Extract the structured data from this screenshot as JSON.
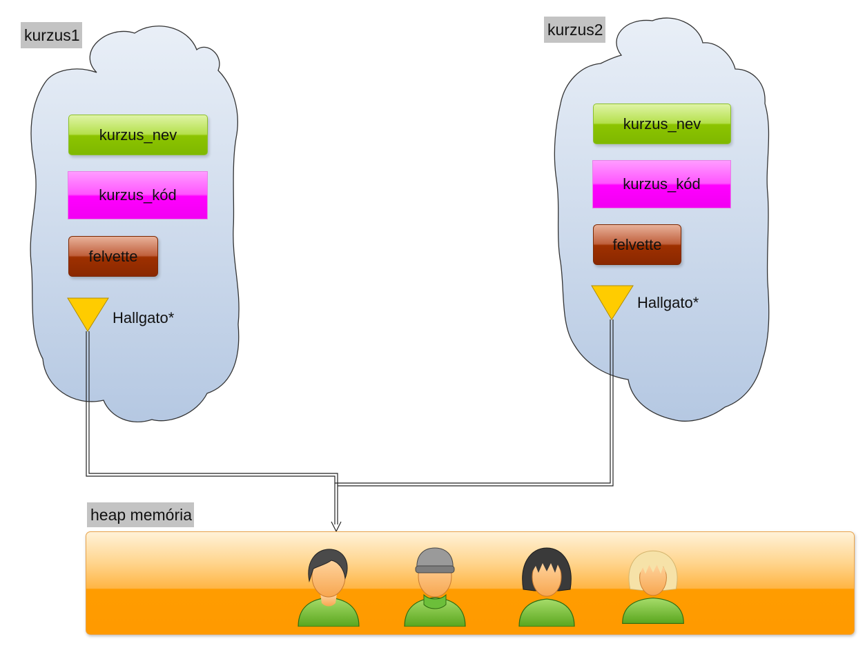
{
  "objects": [
    {
      "name": "kurzus1",
      "fields": {
        "nev": "kurzus_nev",
        "kod": "kurzus_kód",
        "felvette": "felvette"
      },
      "pointer": "Hallgato*"
    },
    {
      "name": "kurzus2",
      "fields": {
        "nev": "kurzus_nev",
        "kod": "kurzus_kód",
        "felvette": "felvette"
      },
      "pointer": "Hallgato*"
    }
  ],
  "heap": {
    "label": "heap memória",
    "students": [
      {
        "icon": "student-short-dark-hair-icon"
      },
      {
        "icon": "student-gray-cap-icon"
      },
      {
        "icon": "student-dark-bob-hair-icon"
      },
      {
        "icon": "student-blonde-hair-icon"
      }
    ]
  },
  "colors": {
    "cloud_fill": "#dbe5f2",
    "cloud_stroke": "#333333",
    "label_bg": "#c3c3c3",
    "field_nev": "#8cc400",
    "field_kod": "#ff00ff",
    "field_felvette": "#9e3000",
    "pointer_triangle": "#ffcc00",
    "heap_bar": "#ff9a00"
  }
}
